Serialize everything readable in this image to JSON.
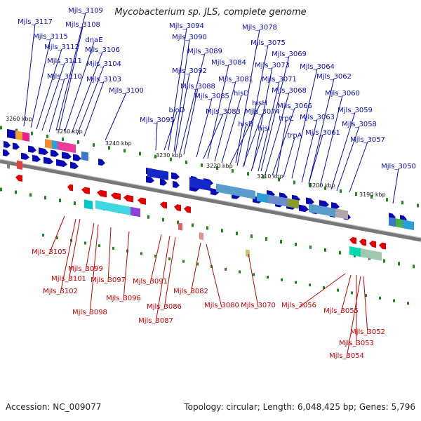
{
  "title": "Mycobacterium sp. JLS, complete genome",
  "footer": {
    "accession": "Accession: NC_009077",
    "summary": "Topology: circular; Length: 6,048,425 bp; Genes: 5,796"
  },
  "colors": {
    "forward": "#0a0ab4",
    "reverse": "#e00000",
    "backbone": "#777777",
    "tick": "#1a8a1a",
    "label_forward": "#0a0ab4",
    "label_reverse": "#c80000"
  },
  "kbp_labels": [
    "3260 kbp",
    "3250 kbp",
    "3240 kbp",
    "3230 kbp",
    "3220 kbp",
    "3210 kbp",
    "3200 kbp",
    "3190 kbp"
  ],
  "top_labels": [
    "Mjls_3109",
    "Mjls_3117",
    "Mjls_3108",
    "Mjls_3115",
    "dnaE",
    "Mjls_3112",
    "Mjls_3106",
    "Mjls_3111",
    "Mjls_3104",
    "Mjls_3110",
    "Mjls_3103",
    "Mjls_3100",
    "Mjls_3094",
    "Mjls_3078",
    "Mjls_3090",
    "Mjls_3075",
    "Mjls_3089",
    "Mjls_3069",
    "Mjls_3084",
    "Mjls_3073",
    "Mjls_3064",
    "Mjls_3092",
    "Mjls_3081",
    "Mjls_3071",
    "Mjls_3062",
    "Mjls_3088",
    "hisD",
    "Mjls_3068",
    "Mjls_3060",
    "Mjls_3085",
    "hisH",
    "Mjls_3066",
    "bioD",
    "Mjls_3083",
    "Mjls_3074",
    "Mjls_3059",
    "Mjls_3095",
    "hisB",
    "hisI",
    "trpC",
    "Mjls_3063",
    "Mjls_3058",
    "trpA",
    "Mjls_3061",
    "Mjls_3057",
    "Mjls_3050"
  ],
  "bottom_labels": [
    "Mjls_3105",
    "Mjls_3099",
    "Mjls_3101",
    "Mjls_3097",
    "Mjls_3102",
    "Mjls_3096",
    "Mjls_3091",
    "Mjls_3098",
    "Mjls_3082",
    "Mjls_3086",
    "Mjls_3080",
    "Mjls_3070",
    "Mjls_3056",
    "Mjls_3055",
    "Mjls_3087",
    "Mjls_3052",
    "Mjls_3053",
    "Mjls_3054"
  ]
}
